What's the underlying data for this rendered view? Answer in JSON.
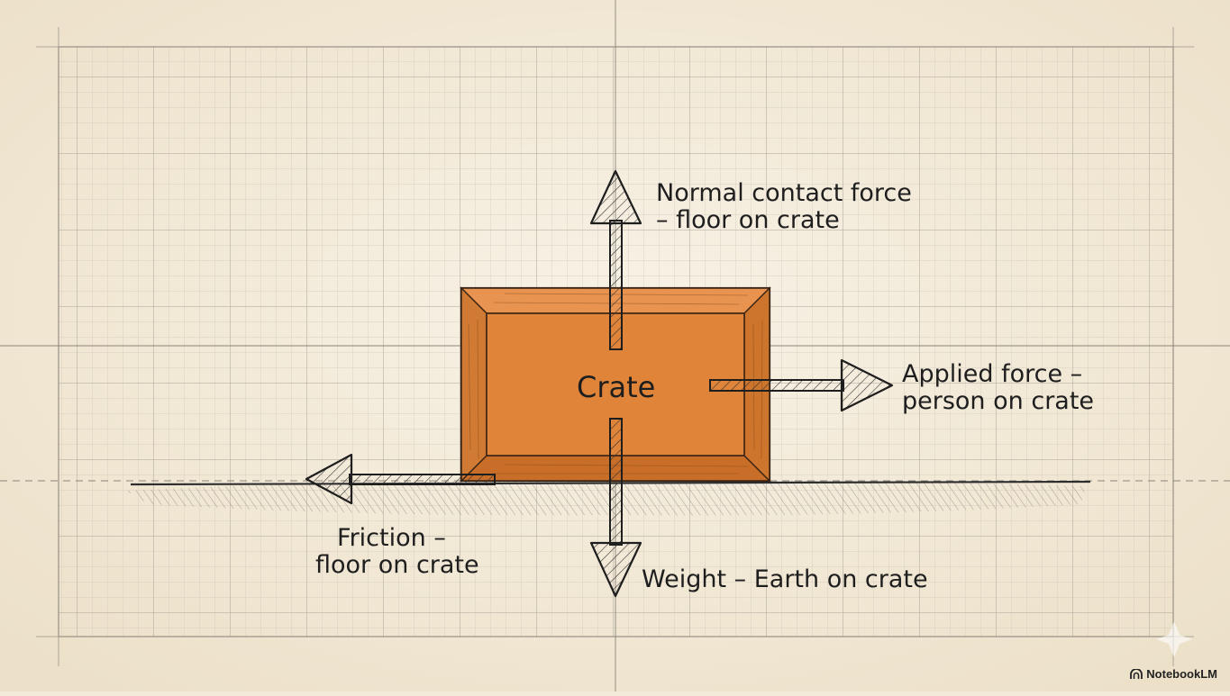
{
  "diagram": {
    "crate_label": "Crate",
    "forces": {
      "normal": {
        "line1": "Normal contact force",
        "line2": "– floor on crate"
      },
      "applied": {
        "line1": "Applied force –",
        "line2": "person on crate"
      },
      "friction": {
        "line1": "Friction –",
        "line2": "floor on crate"
      },
      "weight": {
        "line1": "Weight – Earth on crate"
      }
    }
  },
  "branding": {
    "watermark": "NotebookLM",
    "watermark_icon": "notebooklm-logo-icon"
  },
  "colors": {
    "paper": "#f3ead9",
    "grid_minor": "#c9c3b5",
    "grid_major": "#a9a397",
    "crate_orange": "#e08535",
    "crate_frame": "#c9702a",
    "ink": "#1e1e1e"
  }
}
